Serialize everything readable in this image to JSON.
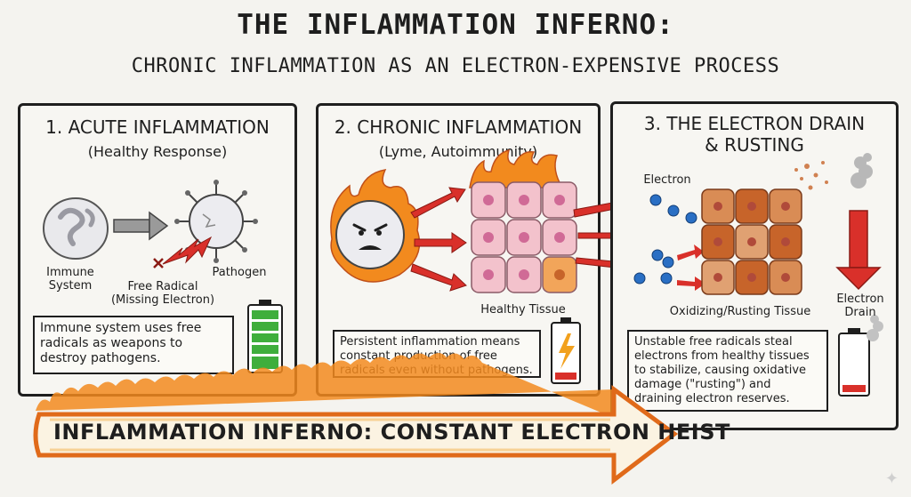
{
  "header": {
    "title": "THE INFLAMMATION INFERNO:",
    "subtitle": "CHRONIC INFLAMMATION AS AN ELECTRON-EXPENSIVE PROCESS"
  },
  "panels": [
    {
      "title": "1. ACUTE INFLAMMATION",
      "subtitle": "(Healthy Response)",
      "labels": {
        "immune_line1": "Immune",
        "immune_line2": "System",
        "free_radical_line1": "Free Radical",
        "free_radical_line2": "(Missing Electron)",
        "pathogen": "Pathogen"
      },
      "note": "Immune system uses free radicals as weapons to destroy pathogens."
    },
    {
      "title": "2. CHRONIC INFLAMMATION",
      "subtitle": "(Lyme, Autoimmunity)",
      "labels": {
        "tissue": "Healthy Tissue"
      },
      "note": "Persistent inflammation means constant production of free radicals even without pathogens."
    },
    {
      "title_line1": "3. THE ELECTRON DRAIN",
      "title_line2": "& RUSTING",
      "labels": {
        "electron": "Electron",
        "tissue": "Oxidizing/Rusting Tissue",
        "drain_line1": "Electron",
        "drain_line2": "Drain"
      },
      "note": "Unstable free radicals steal electrons from healthy tissues to stabilize, causing oxidative damage (\"rusting\") and draining electron reserves."
    }
  ],
  "banner": {
    "text": "INFLAMMATION INFERNO: CONSTANT ELECTRON HEIST"
  },
  "colors": {
    "arrow_red": "#d9302a",
    "flame_orange": "#f28a1e",
    "tissue_pink": "#f3c2cc",
    "nucleus": "#d06a96",
    "rust": "#c7642a",
    "electron_blue": "#2a6fc4",
    "battery_green": "#3fae3c",
    "battery_red": "#d9302a"
  }
}
